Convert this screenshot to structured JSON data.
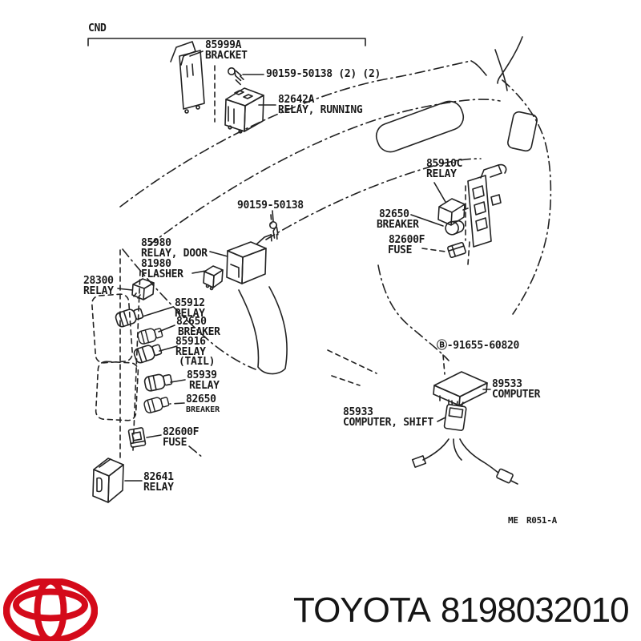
{
  "header": {
    "section_label": "CND"
  },
  "parts": {
    "bracket": {
      "part_no": "85999A",
      "name": "BRACKET"
    },
    "screw_top": {
      "part_no": "90159-50138 (2) (2)"
    },
    "relay_running": {
      "part_no": "82642A",
      "name": "RELAY, RUNNING"
    },
    "relay_85910c": {
      "part_no": "85910C",
      "name": "RELAY"
    },
    "breaker_right": {
      "part_no": "82650",
      "name": "BREAKER"
    },
    "fuse_right": {
      "part_no": "82600F",
      "name": "FUSE"
    },
    "screw_mid": {
      "part_no": "90159-50138"
    },
    "relay_door": {
      "part_no": "85980",
      "name": "RELAY, DOOR"
    },
    "flasher": {
      "part_no": "81980",
      "name": "FLASHER"
    },
    "relay_28300": {
      "part_no": "28300",
      "name": "RELAY"
    },
    "relay_85912": {
      "part_no": "85912",
      "name": "RELAY"
    },
    "breaker_left_upper": {
      "part_no": "82650",
      "name": "BREAKER"
    },
    "relay_tail": {
      "part_no": "85916",
      "name": "RELAY",
      "qualifier": "(TAIL)"
    },
    "relay_85939": {
      "part_no": "85939",
      "name": "RELAY"
    },
    "breaker_left_lower": {
      "part_no": "82650",
      "name": "BREAKER"
    },
    "fuse_left": {
      "part_no": "82600F",
      "name": "FUSE"
    },
    "relay_82641": {
      "part_no": "82641",
      "name": "RELAY"
    },
    "bolt_b": {
      "part_no": "Ⓑ-91655-60820"
    },
    "computer": {
      "part_no": "89533",
      "name": "COMPUTER"
    },
    "computer_shift": {
      "part_no": "85933",
      "name": "COMPUTER, SHIFT"
    }
  },
  "footer": {
    "drawing_code": "ME R051-A",
    "brand": "TOYOTA",
    "part_number": "8198032010",
    "logo_color": "#d40a1a",
    "line_color": "#222222"
  }
}
